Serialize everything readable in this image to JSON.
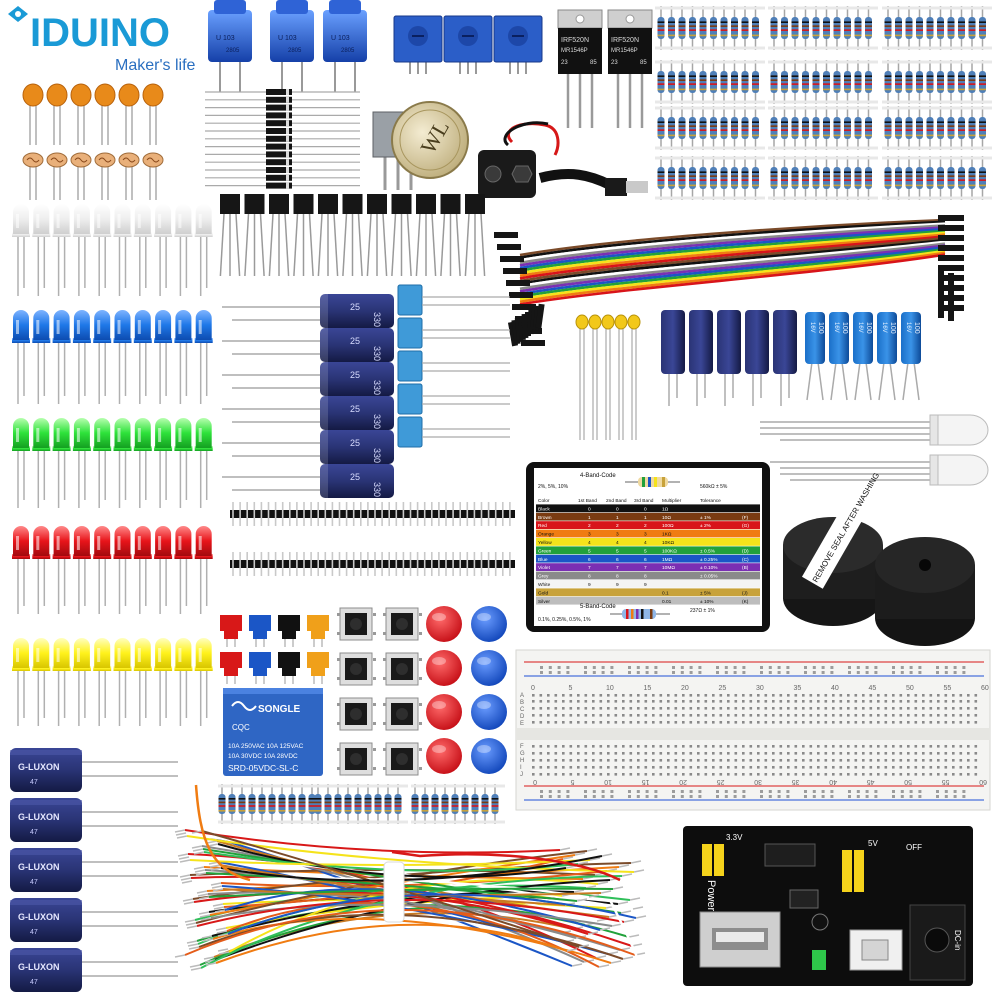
{
  "brand": {
    "name": "IDUINO",
    "tagline": "Maker's life",
    "colors": {
      "primary": "#1a9ad6",
      "accent": "#2a6fc0"
    }
  },
  "parts": {
    "pot_trimmer_label": "U 103",
    "pot_trimmer_code": "2805",
    "mosfet_label": "IRF520N",
    "mosfet_code": "MR1546P",
    "mosfet_date": "23",
    "mosfet_lot": "85",
    "potentiometer_label": "WL",
    "capacitor_small_value": "25",
    "capacitor_small_value2": "330",
    "capacitor_large_brand": "G-LUXON",
    "capacitor_large_value": "47",
    "capacitor_blue_value": "100",
    "capacitor_blue_voltage": "16V",
    "relay_brand": "SONGLE",
    "relay_cert": "CQC",
    "relay_rating1": "10A 250VAC  10A 125VAC",
    "relay_rating2": "10A 30VDC  10A 28VDC",
    "relay_model": "SRD-05VDC-SL-C",
    "buzzer_label": "REMOVE SEAL AFTER WASHING",
    "power_module_label": "Power",
    "power_module_left": "3.3V",
    "power_module_right": "5V",
    "power_module_off": "OFF",
    "power_module_dc": "DC-in"
  },
  "resistor_card": {
    "title_4band": "4-Band-Code",
    "title_5band": "5-Band-Code",
    "tol_4band": "2%, 5%, 10%",
    "tol_5band": "0.1%, 0.25%, 0.5%, 1%",
    "example_4band": "560kΩ ± 5%",
    "example_5band": "237Ω ± 1%",
    "headers": [
      "Color",
      "1st Band",
      "2nd Band",
      "3rd Band",
      "Multiplier",
      "Tolerance"
    ],
    "rows": [
      {
        "name": "Black",
        "d1": "0",
        "d2": "0",
        "d3": "0",
        "mult": "1Ω",
        "tol": "",
        "code": "",
        "color": "#111111",
        "text": "#ffffff"
      },
      {
        "name": "Brown",
        "d1": "1",
        "d2": "1",
        "d3": "1",
        "mult": "10Ω",
        "tol": "± 1%",
        "code": "(F)",
        "color": "#7a3b12",
        "text": "#ffffff"
      },
      {
        "name": "Red",
        "d1": "2",
        "d2": "2",
        "d3": "2",
        "mult": "100Ω",
        "tol": "± 2%",
        "code": "(G)",
        "color": "#d8141a",
        "text": "#ffffff"
      },
      {
        "name": "Orange",
        "d1": "3",
        "d2": "3",
        "d3": "3",
        "mult": "1KΩ",
        "tol": "",
        "code": "",
        "color": "#f07c12",
        "text": "#111111"
      },
      {
        "name": "Yellow",
        "d1": "4",
        "d2": "4",
        "d3": "4",
        "mult": "10KΩ",
        "tol": "",
        "code": "",
        "color": "#f5e31b",
        "text": "#111111"
      },
      {
        "name": "Green",
        "d1": "5",
        "d2": "5",
        "d3": "5",
        "mult": "100KΩ",
        "tol": "± 0.5%",
        "code": "(D)",
        "color": "#22a13b",
        "text": "#ffffff"
      },
      {
        "name": "Blue",
        "d1": "6",
        "d2": "6",
        "d3": "6",
        "mult": "1MΩ",
        "tol": "± 0.25%",
        "code": "(C)",
        "color": "#1b56c6",
        "text": "#ffffff"
      },
      {
        "name": "Violet",
        "d1": "7",
        "d2": "7",
        "d3": "7",
        "mult": "10MΩ",
        "tol": "± 0.10%",
        "code": "(B)",
        "color": "#7b2fb3",
        "text": "#ffffff"
      },
      {
        "name": "Grey",
        "d1": "8",
        "d2": "8",
        "d3": "8",
        "mult": "",
        "tol": "± 0.05%",
        "code": "",
        "color": "#8a8a8a",
        "text": "#ffffff"
      },
      {
        "name": "White",
        "d1": "9",
        "d2": "9",
        "d3": "9",
        "mult": "",
        "tol": "",
        "code": "",
        "color": "#f4f4f4",
        "text": "#111111"
      },
      {
        "name": "Gold",
        "d1": "",
        "d2": "",
        "d3": "",
        "mult": "0.1",
        "tol": "± 5%",
        "code": "(J)",
        "color": "#c8a23a",
        "text": "#111111"
      },
      {
        "name": "Silver",
        "d1": "",
        "d2": "",
        "d3": "",
        "mult": "0.01",
        "tol": "± 10%",
        "code": "(K)",
        "color": "#bdbdbd",
        "text": "#111111"
      }
    ]
  },
  "breadboard": {
    "col_numbers": [
      "0",
      "5",
      "10",
      "15",
      "20",
      "25",
      "30",
      "35",
      "40",
      "45",
      "50",
      "55",
      "60"
    ],
    "row_letters_top": [
      "A",
      "B",
      "C",
      "D",
      "E"
    ],
    "row_letters_bottom": [
      "F",
      "G",
      "H",
      "I",
      "J"
    ]
  },
  "colors": {
    "led_white": "#f3f3f3",
    "led_blue": "#1f78e8",
    "led_green": "#22e23a",
    "led_red": "#e8141a",
    "led_yellow": "#fff21c",
    "resistor_body": "#4f7fb8",
    "pcb_black": "#111111",
    "cap_navy": "#1d2456",
    "button_red": "#e3141e",
    "button_blue": "#1a5ed8"
  }
}
